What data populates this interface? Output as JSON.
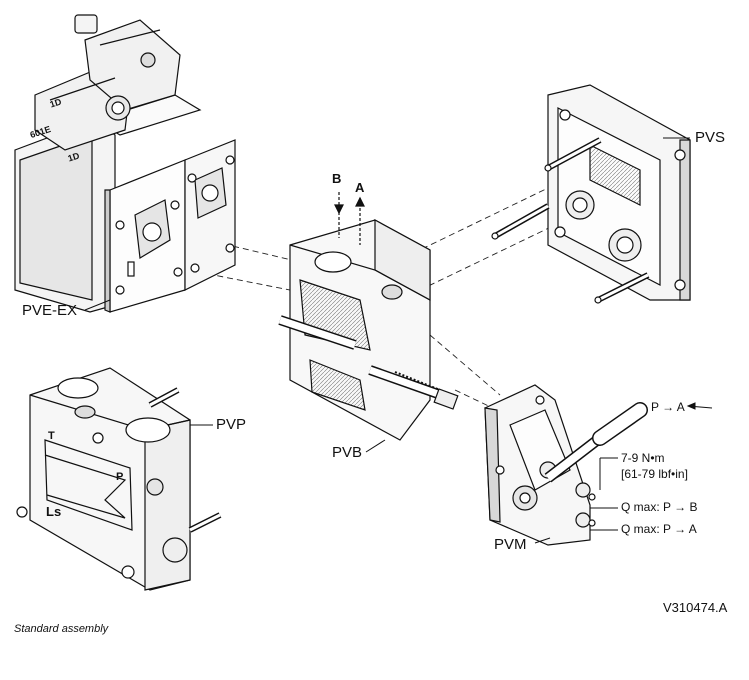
{
  "labels": {
    "pvs": "PVS",
    "pve_ex": "PVE-EX",
    "pvp": "PVP",
    "pvb": "PVB",
    "pvm": "PVM",
    "b": "B",
    "a": "A",
    "flow_arrow": "P → A",
    "torque_line1": "7-9 N•m",
    "torque_line2": "[61-79 lbf•in]",
    "qmax_b": "Q max: P → B",
    "qmax_a": "Q max: P → A"
  },
  "markings": {
    "pvp_t": "T",
    "pvp_p": "P",
    "pvp_ls": "Ls",
    "pve_plate": "601E",
    "pve_id1": "1D",
    "pve_id2": "1D"
  },
  "reference": "V310474.A",
  "caption": "Standard assembly"
}
